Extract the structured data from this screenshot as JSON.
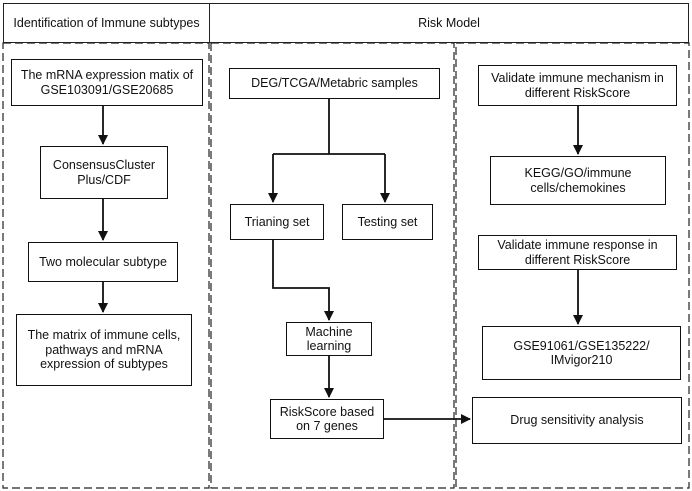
{
  "headers": {
    "left": "Identification of Immune subtypes",
    "right": "Risk Model"
  },
  "nodes": {
    "mrna_matrix": "The mRNA expression matix of GSE103091/GSE20685",
    "consensus_cluster": "ConsensusCluster Plus/CDF",
    "two_subtype": "Two molecular subtype",
    "immune_matrix": "The matrix of immune cells, pathways and mRNA expression of subtypes",
    "deg_samples": "DEG/TCGA/Metabric samples",
    "training_set": "Trianing set",
    "testing_set": "Testing set",
    "machine_learning": "Machine learning",
    "riskscore": "RiskScore based on 7 genes",
    "validate_mechanism": "Validate immune mechanism in different RiskScore",
    "kegg_go": "KEGG/GO/immune cells/chemokines",
    "validate_response": "Validate immune response in different RiskScore",
    "gse_cohorts": "GSE91061/GSE135222/ IMvigor210",
    "drug_sensitivity": "Drug sensitivity analysis"
  }
}
